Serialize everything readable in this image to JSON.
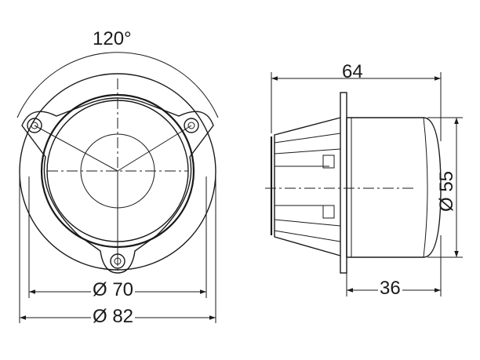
{
  "dimensions": {
    "angle": "120°",
    "inner_diameter": "Ø 70",
    "outer_diameter": "Ø 82",
    "depth": "64",
    "lens_depth": "36",
    "lens_diameter": "Ø 55"
  }
}
